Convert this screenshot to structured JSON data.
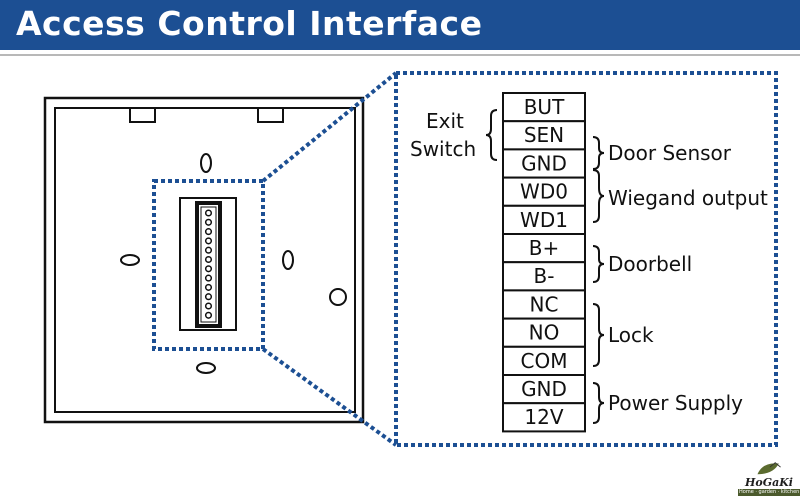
{
  "header": {
    "title": "Access Control Interface",
    "color": "#1c4f93"
  },
  "terminals": [
    "BUT",
    "SEN",
    "GND",
    "WD0",
    "WD1",
    "B+",
    "B-",
    "NC",
    "NO",
    "COM",
    "GND",
    "12V"
  ],
  "groups": {
    "exit_switch": [
      "Exit",
      "Switch"
    ],
    "door_sensor": "Door Sensor",
    "wiegand": "Wiegand output",
    "doorbell": "Doorbell",
    "lock": "Lock",
    "power": "Power Supply"
  },
  "connector_pins": 12,
  "logo": {
    "name": "HoGaKi",
    "tagline": "Home · garden · kitchen"
  },
  "accent_dots": "#1c4f93"
}
